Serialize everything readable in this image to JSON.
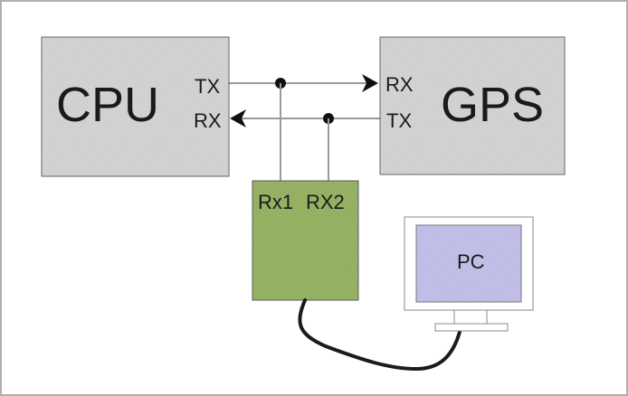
{
  "diagram": {
    "title": "CPU-GPS serial link with sniffer to PC",
    "colors": {
      "frame": "#b0b0b0",
      "block_fill": "#d4d4d4",
      "block_border": "#6b6060",
      "sniffer_fill": "#98b468",
      "sniffer_border": "#5a5a5a",
      "screen_fill": "#c4c2e8",
      "monitor_fill": "#ffffff",
      "monitor_border": "#888888",
      "wire": "#3a3030",
      "tap_wire": "#9a9a9a",
      "cable": "#1e1a1a"
    },
    "nodes": {
      "cpu": {
        "label": "CPU",
        "tx_label": "TX",
        "rx_label": "RX"
      },
      "gps": {
        "label": "GPS",
        "rx_label": "RX",
        "tx_label": "TX"
      },
      "sniffer": {
        "label_rx1": "Rx1",
        "label_rx2": "RX2"
      },
      "pc": {
        "label": "PC"
      }
    },
    "connections": [
      {
        "from": "CPU.TX",
        "to": "GPS.RX",
        "tap": "Rx1"
      },
      {
        "from": "GPS.TX",
        "to": "CPU.RX",
        "tap": "RX2"
      },
      {
        "from": "sniffer",
        "to": "PC",
        "type": "cable"
      }
    ]
  }
}
